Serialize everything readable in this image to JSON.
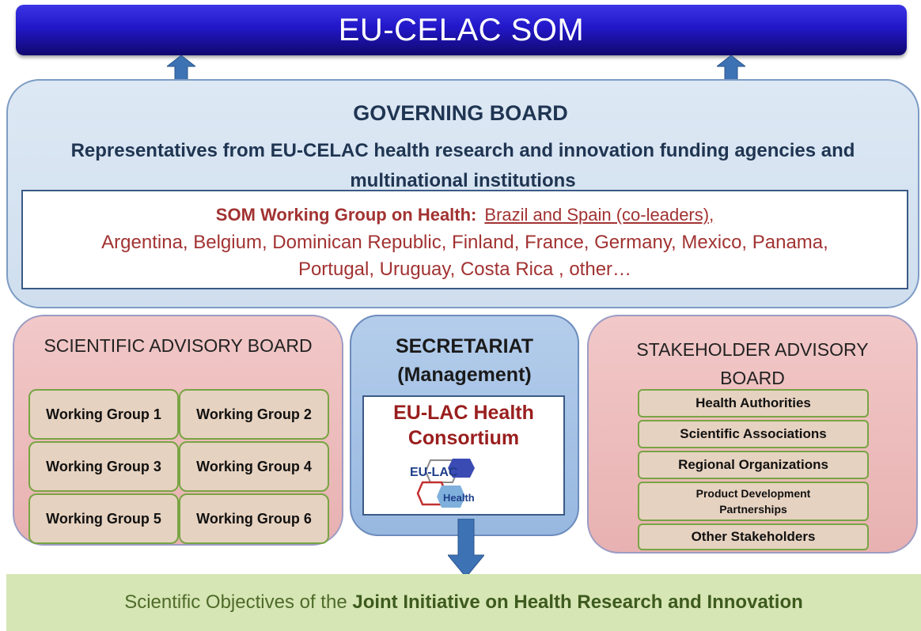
{
  "top_bar": {
    "title": "EU-CELAC SOM"
  },
  "governing_board": {
    "title": "GOVERNING BOARD",
    "description": "Representatives from EU-CELAC health research and innovation funding agencies and multinational institutions",
    "som_group": {
      "title": "SOM Working Group on Health:",
      "leaders": "Brazil and Spain (co-leaders),",
      "countries_line1": "Argentina, Belgium, Dominican Republic, Finland, France, Germany, Mexico, Panama,",
      "countries_line2": "Portugal, Uruguay, Costa Rica , other…"
    }
  },
  "scientific_advisory_board": {
    "title": "SCIENTIFIC ADVISORY BOARD",
    "working_groups": [
      "Working Group 1",
      "Working Group 2",
      "Working Group 3",
      "Working Group 4",
      "Working Group 5",
      "Working Group 6"
    ]
  },
  "secretariat": {
    "title_line1": "SECRETARIAT",
    "title_line2": "(Management)",
    "consortium_line1": "EU-LAC Health",
    "consortium_line2": "Consortium",
    "logo_text_1": "EU-LAC",
    "logo_text_2": "Health"
  },
  "stakeholder_advisory_board": {
    "title_line1": "STAKEHOLDER ADVISORY",
    "title_line2": "BOARD",
    "items": [
      "Health Authorities",
      "Scientific Associations",
      "Regional Organizations",
      "Product Development Partnerships",
      "Other Stakeholders"
    ]
  },
  "bottom": {
    "prefix": "Scientific Objectives of the ",
    "bold": "Joint Initiative on Health  Research and Innovation"
  },
  "colors": {
    "top_bar": "#2217c8",
    "governing_board": "#cfdeee",
    "advisory_boards": "#e8b1b1",
    "secretariat": "#98b8e0",
    "arrows": "#3d72b4",
    "bottom": "#d6e6b4",
    "red_text": "#a23232"
  }
}
